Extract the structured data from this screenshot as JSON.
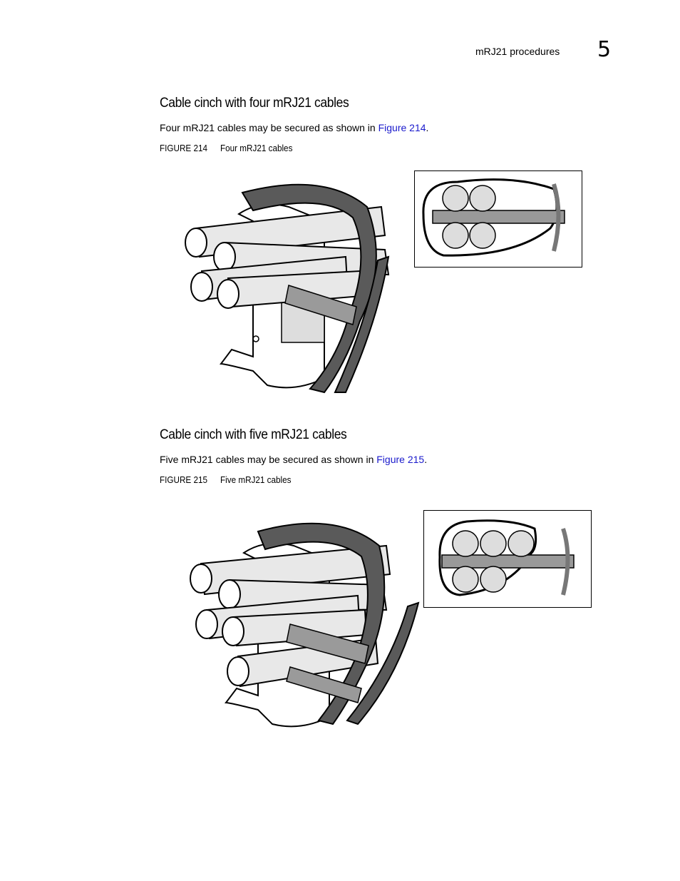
{
  "header": {
    "running_head": "mRJ21 procedures",
    "chapter_number": "5"
  },
  "sections": [
    {
      "title": "Cable cinch with four mRJ21 cables",
      "body_prefix": "Four mRJ21 cables may be secured as shown in ",
      "link": "Figure 214",
      "body_suffix": ".",
      "figure_label": "FIGURE 214",
      "figure_title": "Four mRJ21 cables"
    },
    {
      "title": "Cable cinch with five mRJ21 cables",
      "body_prefix": "Five mRJ21 cables may be secured as shown in ",
      "link": "Figure 215",
      "body_suffix": ".",
      "figure_label": "FIGURE 215",
      "figure_title": "Five mRJ21 cables"
    }
  ]
}
